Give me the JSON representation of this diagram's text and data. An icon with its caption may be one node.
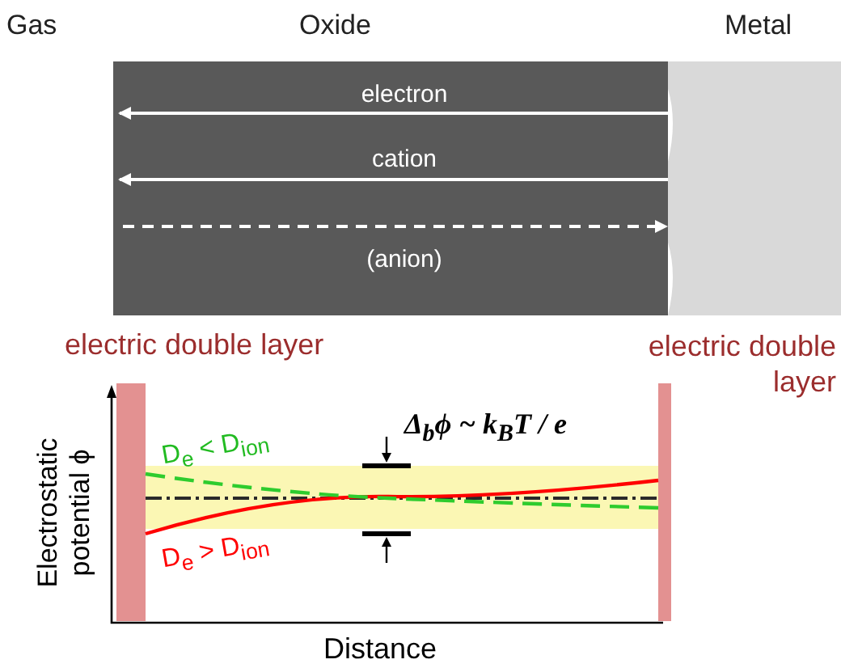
{
  "diagram": {
    "nodes": [
      {
        "text": [
          "Gas"
        ]
      },
      {
        "text": [
          "Oxide"
        ]
      },
      {
        "text": [
          "Metal"
        ]
      }
    ],
    "edges": [
      {
        "from": 2,
        "to": 1,
        "arrow": "to",
        "label": "electron"
      },
      {
        "from": 2,
        "to": 1,
        "arrow": "to",
        "label": "cation"
      },
      {
        "from": 1,
        "to": 2,
        "arrow": "to",
        "label": "(anion)",
        "style": "dashed"
      }
    ],
    "labels": [
      "electric double layer",
      "electric double layer",
      "Δ$_{b}$ϕ ~ **k$_{B}$T** / **e**",
      "D$_{e}$ < D$_{ion}$",
      "D$_{e}$ > D$_{ion}$",
      "Electrostatic potential ϕ",
      "Distance"
    ]
  }
}
